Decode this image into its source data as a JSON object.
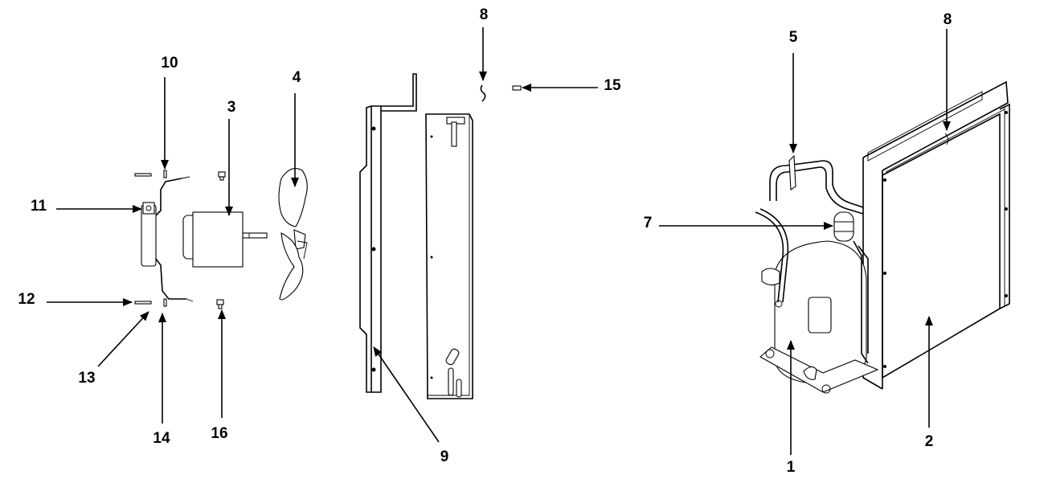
{
  "callouts": {
    "c1": "1",
    "c2": "2",
    "c3": "3",
    "c4": "4",
    "c5": "5",
    "c7": "7",
    "c8a": "8",
    "c8b": "8",
    "c9": "9",
    "c10": "10",
    "c11": "11",
    "c12": "12",
    "c13": "13",
    "c14": "14",
    "c15": "15",
    "c16": "16"
  }
}
